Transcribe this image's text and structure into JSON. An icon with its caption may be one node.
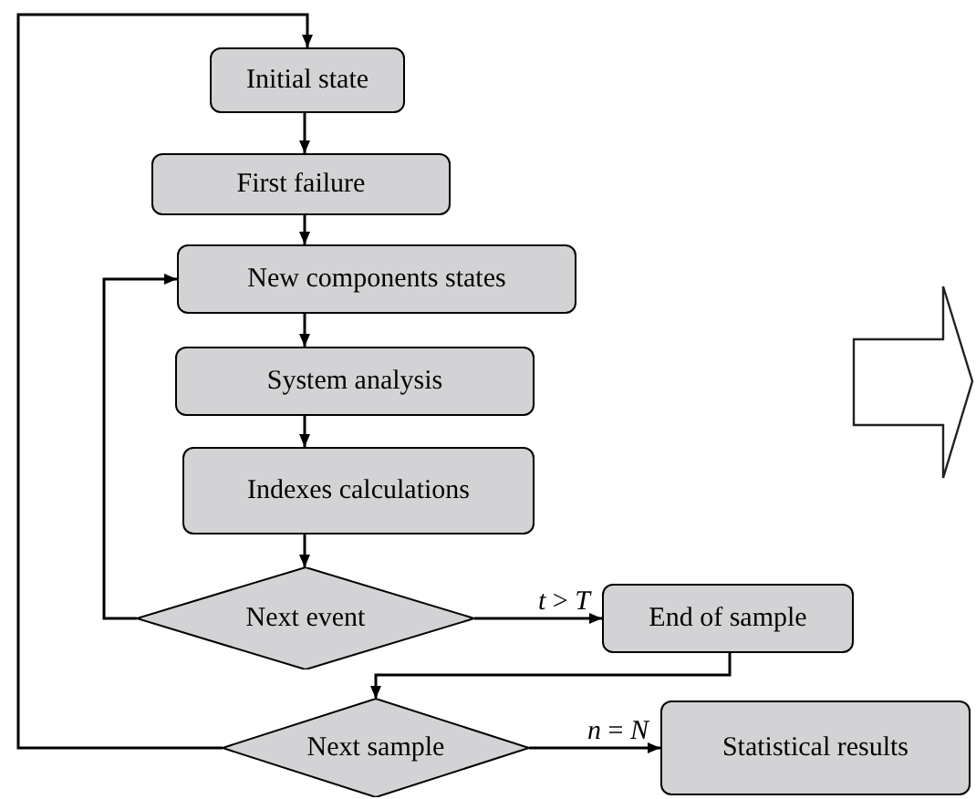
{
  "diagram": {
    "nodes": [
      {
        "text": [
          "Initial state"
        ]
      },
      {
        "text": [
          "First failure"
        ]
      },
      {
        "text": [
          "New components states"
        ]
      },
      {
        "text": [
          "System analysis"
        ]
      },
      {
        "text": [
          "Indexes calculations"
        ]
      },
      {
        "text": [
          "Next event"
        ]
      },
      {
        "text": [
          "End of sample"
        ]
      },
      {
        "text": [
          "Next sample"
        ]
      },
      {
        "text": [
          "Statistical results"
        ]
      }
    ],
    "edges": [
      {
        "from": 0,
        "to": 1,
        "arrow": "to"
      },
      {
        "from": 1,
        "to": 2,
        "arrow": "to"
      },
      {
        "from": 2,
        "to": 3,
        "arrow": "to"
      },
      {
        "from": 3,
        "to": 4,
        "arrow": "to"
      },
      {
        "from": 4,
        "to": 5,
        "arrow": "to"
      },
      {
        "from": 5,
        "to": 2,
        "arrow": "to"
      },
      {
        "from": 5,
        "to": 6,
        "arrow": "to",
        "label": "*t* > *T*"
      },
      {
        "from": 6,
        "to": 7,
        "arrow": "to"
      },
      {
        "from": 7,
        "to": 0,
        "arrow": "to"
      },
      {
        "from": 7,
        "to": 8,
        "arrow": "to",
        "label": "*n* = *N*"
      }
    ]
  }
}
